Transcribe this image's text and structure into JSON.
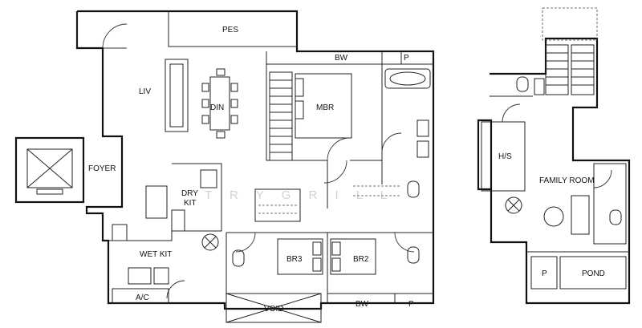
{
  "labels": {
    "pes": "PES",
    "bw_top": "BW",
    "p_top": "P",
    "liv": "LIV",
    "din": "DIN",
    "mbr": "MBR",
    "foyer": "FOYER",
    "dry_kit": "DRY\nKIT",
    "wet_kit": "WET KIT",
    "br3": "BR3",
    "br2": "BR2",
    "ac": "A/C",
    "void": "VOID",
    "bw_bottom": "BW",
    "p_bottom": "P",
    "hs": "H/S",
    "family_room": "FAMILY ROOM",
    "p_upper": "P",
    "pond": "POND"
  },
  "watermark": "T R Y   G R I L L"
}
